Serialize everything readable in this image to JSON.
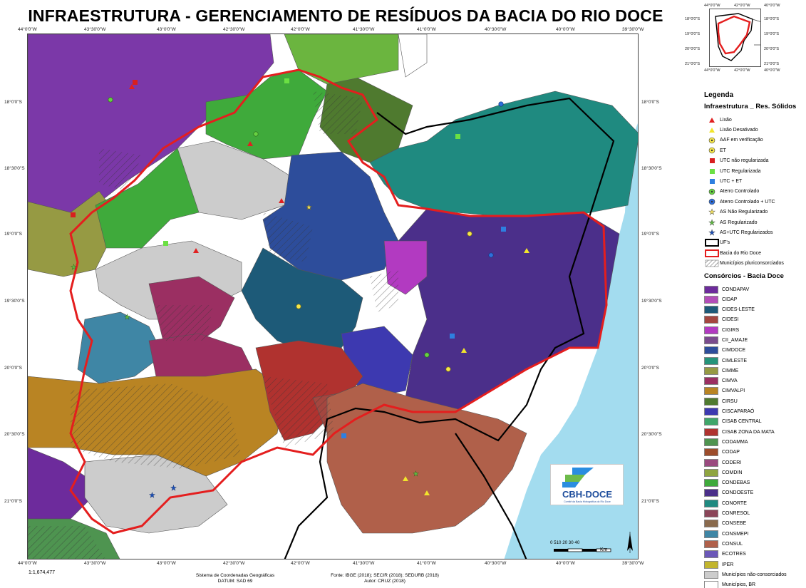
{
  "title": "INFRAESTRUTURA - GERENCIAMENTO DE RESÍDUOS DA BACIA DO RIO DOCE",
  "map": {
    "lon_ticks": [
      "44°0'0\"W",
      "43°30'0\"W",
      "43°0'0\"W",
      "42°30'0\"W",
      "42°0'0\"W",
      "41°30'0\"W",
      "41°0'0\"W",
      "40°30'0\"W",
      "40°0'0\"W",
      "39°30'0\"W"
    ],
    "lat_ticks": [
      "18°0'0\"S",
      "18°30'0\"S",
      "19°0'0\"S",
      "19°30'0\"S",
      "20°0'0\"S",
      "20°30'0\"S",
      "21°0'0\"S"
    ],
    "scale_label": "0 510 20 30 40",
    "scale_unit": "Km",
    "north_arrow": "north-arrow-icon",
    "colors": {
      "ocean": "#a3dcef",
      "basin_border": "#e41e1e",
      "state_border": "#000000"
    }
  },
  "inset": {
    "lon_ticks": [
      "44°0'0\"W",
      "42°0'0\"W",
      "40°0'0\"W"
    ],
    "lat_ticks": [
      "18°0'0\"S",
      "19°0'0\"S",
      "20°0'0\"S",
      "21°0'0\"S"
    ]
  },
  "legend": {
    "title": "Legenda",
    "infra_title": "Infraestrutura _ Res. Sólidos",
    "infra_items": [
      {
        "label": "Lixão",
        "symbol": "triangle",
        "color": "#e02020"
      },
      {
        "label": "Lixão Desativado",
        "symbol": "triangle",
        "color": "#f2e52c"
      },
      {
        "label": "AAF em verificação",
        "symbol": "ring-dot",
        "color": "#f5e64a"
      },
      {
        "label": "ET",
        "symbol": "ring-dot",
        "color": "#f5e64a"
      },
      {
        "label": "UTC não regularizada",
        "symbol": "square",
        "color": "#d81f1f"
      },
      {
        "label": "UTC Regularizada",
        "symbol": "square",
        "color": "#6be043"
      },
      {
        "label": "UTC + ET",
        "symbol": "square",
        "color": "#2e7fe0"
      },
      {
        "label": "Aterro Controlado",
        "symbol": "ring-dot",
        "color": "#66d142"
      },
      {
        "label": "Aterro Controlado + UTC",
        "symbol": "ring-dot",
        "color": "#2f6fdc"
      },
      {
        "label": "AS Não Regularizado",
        "symbol": "star",
        "color": "#f1df5e"
      },
      {
        "label": "AS Regularizado",
        "symbol": "star",
        "color": "#5fb942"
      },
      {
        "label": "AS+UTC Regularizados",
        "symbol": "star",
        "color": "#1b4fb8"
      },
      {
        "label": "UF's",
        "symbol": "outline",
        "color": "#000000"
      },
      {
        "label": "Bacia do Rio Doce",
        "symbol": "outline",
        "color": "#e41e1e"
      },
      {
        "label": "Municípios pluriconsorciados",
        "symbol": "hatch",
        "color": "#555555"
      }
    ],
    "consortia_title": "Consórcios - Bacia Doce",
    "consortia": [
      {
        "label": "CONDAPAV",
        "color": "#6d2b9c"
      },
      {
        "label": "CIDAP",
        "color": "#b24db8"
      },
      {
        "label": "CIDES-LESTE",
        "color": "#1d5a78"
      },
      {
        "label": "CIDESI",
        "color": "#a4463f"
      },
      {
        "label": "CIGIRS",
        "color": "#b23ac1"
      },
      {
        "label": "CII_AMAJE",
        "color": "#7a4b8d"
      },
      {
        "label": "CIMDOCE",
        "color": "#2d4d9b"
      },
      {
        "label": "CIMLESTE",
        "color": "#25947a"
      },
      {
        "label": "CIMME",
        "color": "#969a43"
      },
      {
        "label": "CIMVA",
        "color": "#9b2f62"
      },
      {
        "label": "CIMVALPI",
        "color": "#b98423"
      },
      {
        "label": "CIRSU",
        "color": "#4f7a2f"
      },
      {
        "label": "CISCAPARAÓ",
        "color": "#3d39b0"
      },
      {
        "label": "CISAB CENTRAL",
        "color": "#3fa66a"
      },
      {
        "label": "CISAB ZONA DA MATA",
        "color": "#b0322f"
      },
      {
        "label": "CODAMMA",
        "color": "#4e9450"
      },
      {
        "label": "CODAP",
        "color": "#9d4d2b"
      },
      {
        "label": "CODERI",
        "color": "#9a4a7f"
      },
      {
        "label": "COMDIN",
        "color": "#8fa540"
      },
      {
        "label": "CONDEBAS",
        "color": "#3faa3b"
      },
      {
        "label": "CONDOESTE",
        "color": "#4b2f8a"
      },
      {
        "label": "CONORTE",
        "color": "#1f8a80"
      },
      {
        "label": "CONRESOL",
        "color": "#8a4558"
      },
      {
        "label": "CONSEBE",
        "color": "#8a6a4d"
      },
      {
        "label": "CONSMEPI",
        "color": "#3f86a5"
      },
      {
        "label": "CONSUL",
        "color": "#b0604a"
      },
      {
        "label": "ECOTRES",
        "color": "#6b58b8"
      },
      {
        "label": "IPER",
        "color": "#c2b52d"
      },
      {
        "label": "Municípios não-consorciados",
        "color": "#cccccc"
      },
      {
        "label": "Municípios, BR",
        "color": "#ffffff"
      }
    ]
  },
  "logo": {
    "name": "CBH-DOCE",
    "subtitle": "Comitê da Bacia Hidrográfica do Rio Doce"
  },
  "footer": {
    "scale_ratio": "1:1,674,477",
    "coord_line1": "Sistema de Coordenadas Geográficas",
    "coord_line2": "DATUM: SAD 69",
    "source_line1": "Fonte: IBGE (2018); SECIR (2018); SEDURB (2018)",
    "source_line2": "Autor: CRUZ (2018)"
  }
}
